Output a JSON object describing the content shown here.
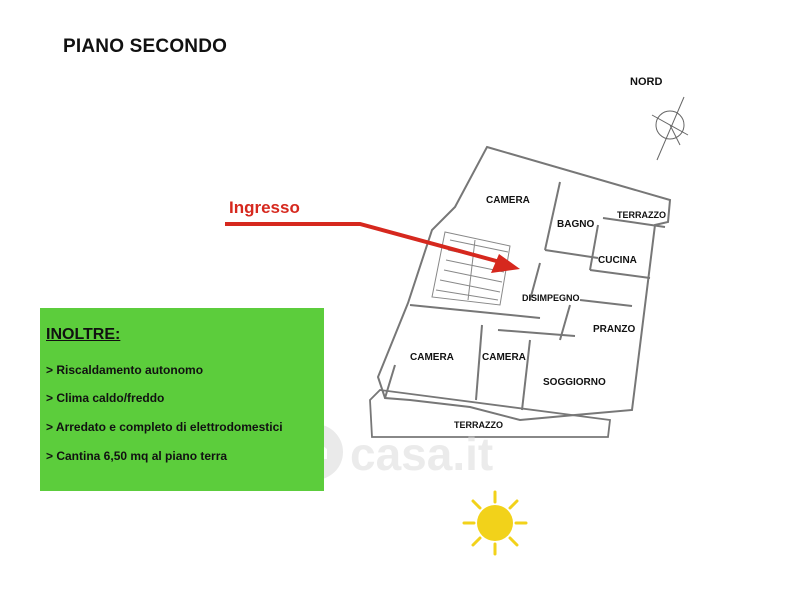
{
  "title": "PIANO SECONDO",
  "north_label": "NORD",
  "entrance_label": "Ingresso",
  "rooms": {
    "camera_top": "CAMERA",
    "bagno": "BAGNO",
    "terrazzo_small": "TERRAZZO",
    "cucina": "CUCINA",
    "disimpegno": "DISIMPEGNO",
    "pranzo": "PRANZO",
    "camera_left": "CAMERA",
    "camera_mid": "CAMERA",
    "soggiorno": "SOGGIORNO",
    "terrazzo_big": "TERRAZZO"
  },
  "features": {
    "title": "INOLTRE:",
    "items": [
      "> Riscaldamento autonomo",
      "> Clima caldo/freddo",
      "> Arredato e completo di elettrodomestici",
      "> Cantina 6,50 mq al piano terra"
    ]
  },
  "watermark": "casa.it",
  "colors": {
    "accent_red": "#d6281e",
    "box_green": "#5ccd3c",
    "sun_yellow": "#f2d21a"
  }
}
